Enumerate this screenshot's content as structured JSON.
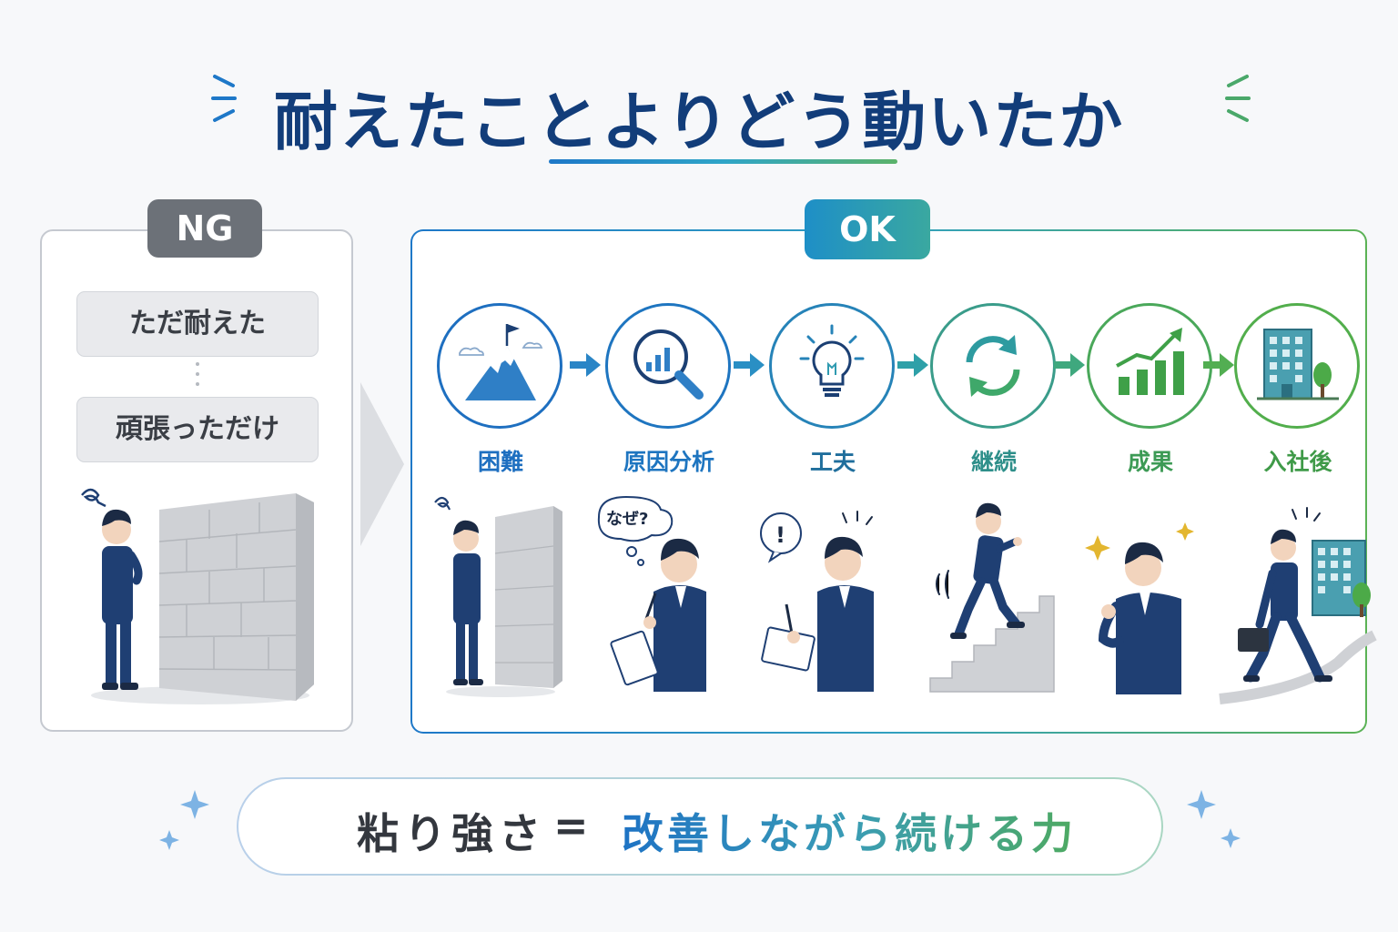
{
  "title": "耐えたことよりどう動いたか",
  "ng": {
    "label": "NG",
    "items": [
      "ただ耐えた",
      "頑張っただけ"
    ]
  },
  "ok": {
    "label": "OK",
    "steps": [
      {
        "label": "困難",
        "icon": "mountain-flag-icon",
        "color": "#1e6fc0"
      },
      {
        "label": "原因分析",
        "icon": "magnifier-chart-icon",
        "color": "#1e75c0"
      },
      {
        "label": "工夫",
        "icon": "lightbulb-icon",
        "color": "#2683b8"
      },
      {
        "label": "継続",
        "icon": "refresh-cycle-icon",
        "color": "#2e8f9a"
      },
      {
        "label": "成果",
        "icon": "growth-chart-icon",
        "color": "#3c9a55"
      },
      {
        "label": "入社後",
        "icon": "office-building-icon",
        "color": "#3f9a48"
      }
    ],
    "scene_bubbles": {
      "analysis": "なぜ?",
      "idea": "!"
    }
  },
  "summary": {
    "left": "粘り強さ",
    "equals": "=",
    "right": "改善しながら続ける力"
  },
  "colors": {
    "title": "#123d7a",
    "ng_badge": "#6c7178",
    "ok_gradient_start": "#1e78c8",
    "ok_gradient_end": "#5bb255",
    "suit": "#1f3f73"
  }
}
